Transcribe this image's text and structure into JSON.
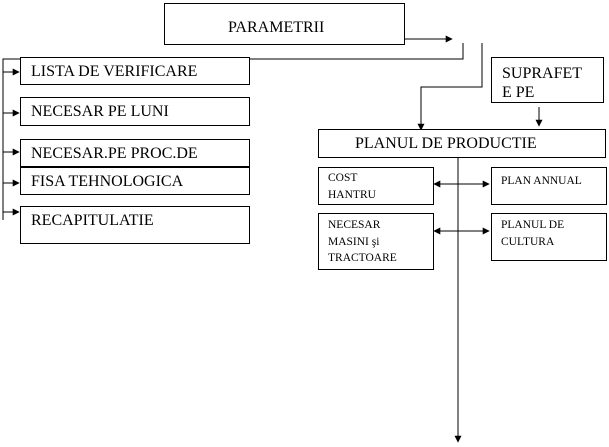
{
  "top": {
    "title": "PARAMETRII"
  },
  "left_list": [
    "LISTA DE VERIFICARE",
    "NECESAR PE LUNI",
    "NECESAR.PE PROC.DE",
    "FISA TEHNOLOGICA",
    "RECAPITULATIE"
  ],
  "suprafete": {
    "line1": "SUPRAFET",
    "line2": "E PE"
  },
  "planul_productie": {
    "label": "PLANUL DE PRODUCTIE"
  },
  "cost": {
    "line1": "COST",
    "line2": "HANTRU"
  },
  "plan_annual": {
    "label": "PLAN ANNUAL"
  },
  "necesar_masini": {
    "line1": "NECESAR",
    "line2": "MASINI şi",
    "line3": "TRACTOARE"
  },
  "planul_cultura": {
    "line1": "PLANUL DE",
    "line2": "CULTURA"
  }
}
